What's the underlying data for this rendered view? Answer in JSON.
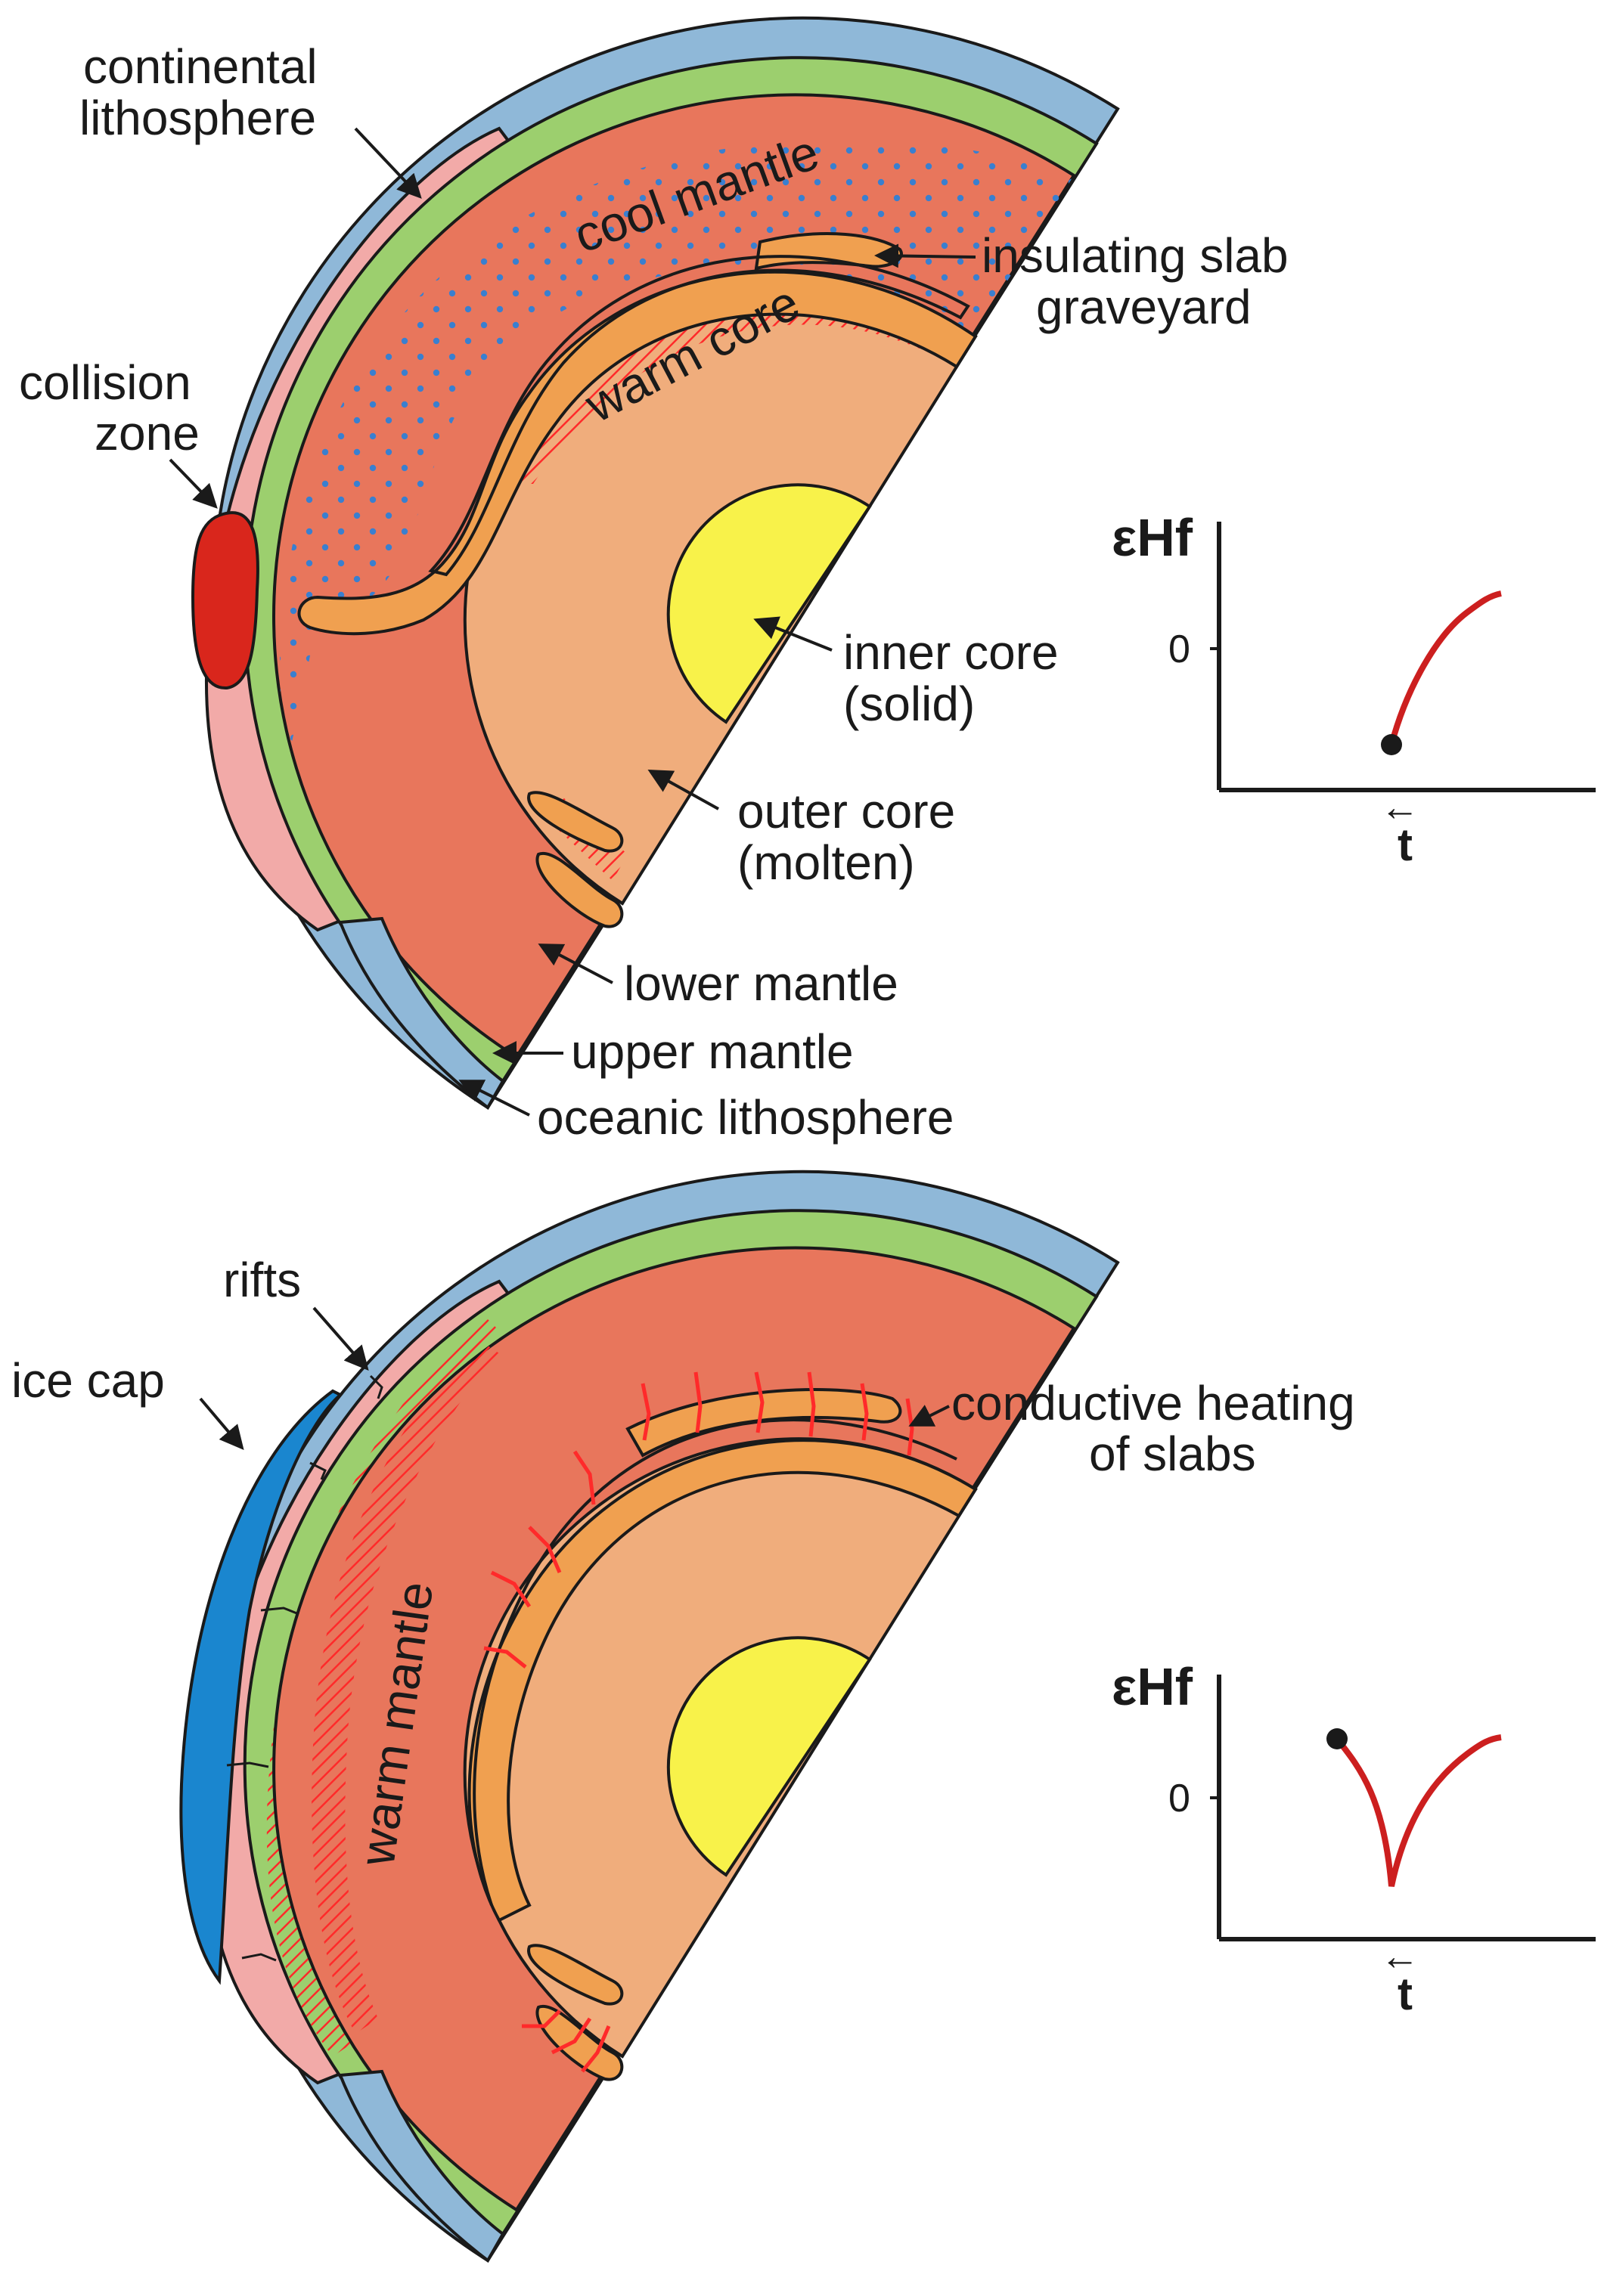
{
  "top_panel": {
    "labels": {
      "continental_lithosphere": [
        "continental",
        "lithosphere"
      ],
      "collision_zone": [
        "collision",
        "zone"
      ],
      "cool_mantle": "cool mantle",
      "insulating_slab_graveyard": [
        "insulating slab",
        "graveyard"
      ],
      "warm_core": "warm core",
      "inner_core": [
        "inner core",
        "(solid)"
      ],
      "outer_core": [
        "outer core",
        "(molten)"
      ],
      "lower_mantle": "lower mantle",
      "upper_mantle": "upper mantle",
      "oceanic_lithosphere": "oceanic lithosphere"
    },
    "graph": {
      "y_title": "εHf",
      "zero_label": "0",
      "x_label": "t",
      "arrow": "←"
    }
  },
  "bottom_panel": {
    "labels": {
      "rifts": "rifts",
      "ice_cap": "ice cap",
      "conductive_heating": [
        "conductive heating",
        "of slabs"
      ],
      "warm_mantle": "warm mantle"
    },
    "graph": {
      "y_title": "εHf",
      "zero_label": "0",
      "x_label": "t",
      "arrow": "←"
    }
  },
  "colors": {
    "oceanic_lithosphere": "#8fb8d8",
    "continental_lithosphere": "#f2aaa8",
    "upper_mantle": "#9ccf6e",
    "lower_mantle": "#e8765c",
    "outer_core": "#f0ad7c",
    "inner_core": "#f8f24a",
    "slab": "#f0a050",
    "collision_zone": "#d9261c",
    "ice_cap": "#1a86cf",
    "dots": "#3a7fcf",
    "heat_red": "#ff2a2a",
    "curve": "#cc1f1f"
  }
}
